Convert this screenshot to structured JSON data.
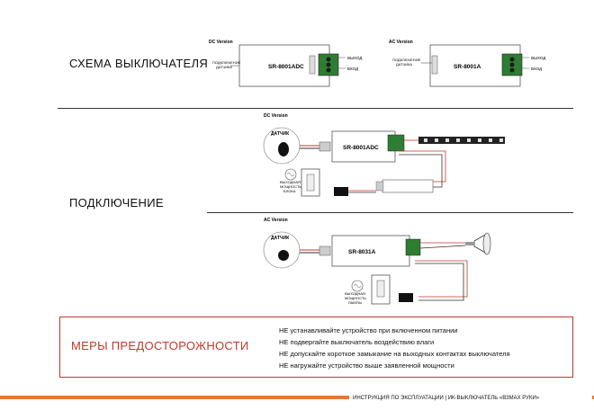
{
  "sections": {
    "schema_title": "СХЕМА ВЫКЛЮЧАТЕЛЯ",
    "connection_title": "ПОДКЛЮЧЕНИЕ",
    "caution_title": "МЕРЫ ПРЕДОСТОРОЖНОСТИ"
  },
  "schema": {
    "dc_label": "DC Version",
    "dc_model": "SR-8001ADC",
    "dc_sensor_label_1": "ПОДКЛЮЧЕНИЕ",
    "dc_sensor_label_2": "ДАТЧИКА",
    "dc_out_1": "ВЫХОД",
    "dc_in_1": "ВХОД",
    "ac_label": "AC Version",
    "ac_model": "SR-8001A",
    "ac_sensor_label_1": "ПОДКЛЮЧЕНИЕ",
    "ac_sensor_label_2": "ДАТЧИКА",
    "ac_out_1": "ВЫХОД",
    "ac_in_1": "ВХОД"
  },
  "connection": {
    "dc_label": "DC Version",
    "dc_model": "SR-8001ADC",
    "dc_sensor": "ДАТЧИК",
    "dc_output_label_1": "ВЫХОДНАЯ",
    "dc_output_label_2": "МОЩНОСТЬ",
    "dc_output_label_3": "БЛОКА",
    "ac_label": "AC Version",
    "ac_model": "SR-8031A",
    "ac_sensor": "ДАТЧИК",
    "ac_output_label_1": "ВЫХОДНАЯ",
    "ac_output_label_2": "МОЩНОСТЬ",
    "ac_output_label_3": "ЛАМПЫ"
  },
  "cautions": [
    "НЕ устанавливайте устройство при включенном питании",
    "НЕ подвергайте выключатель воздействию влаги",
    "НЕ допускайте короткое замыкание на выходных контактах выключателя",
    "НЕ нагружайте устройство выше заявленной мощности"
  ],
  "footer": "ИНСТРУКЦИЯ ПО ЭКСПЛУАТАЦИИ | ИК-ВЫКЛЮЧАТЕЛЬ «ВЗМАХ РУКИ»",
  "colors": {
    "accent": "#c0392b",
    "footer_bar": "#e07a3a"
  }
}
